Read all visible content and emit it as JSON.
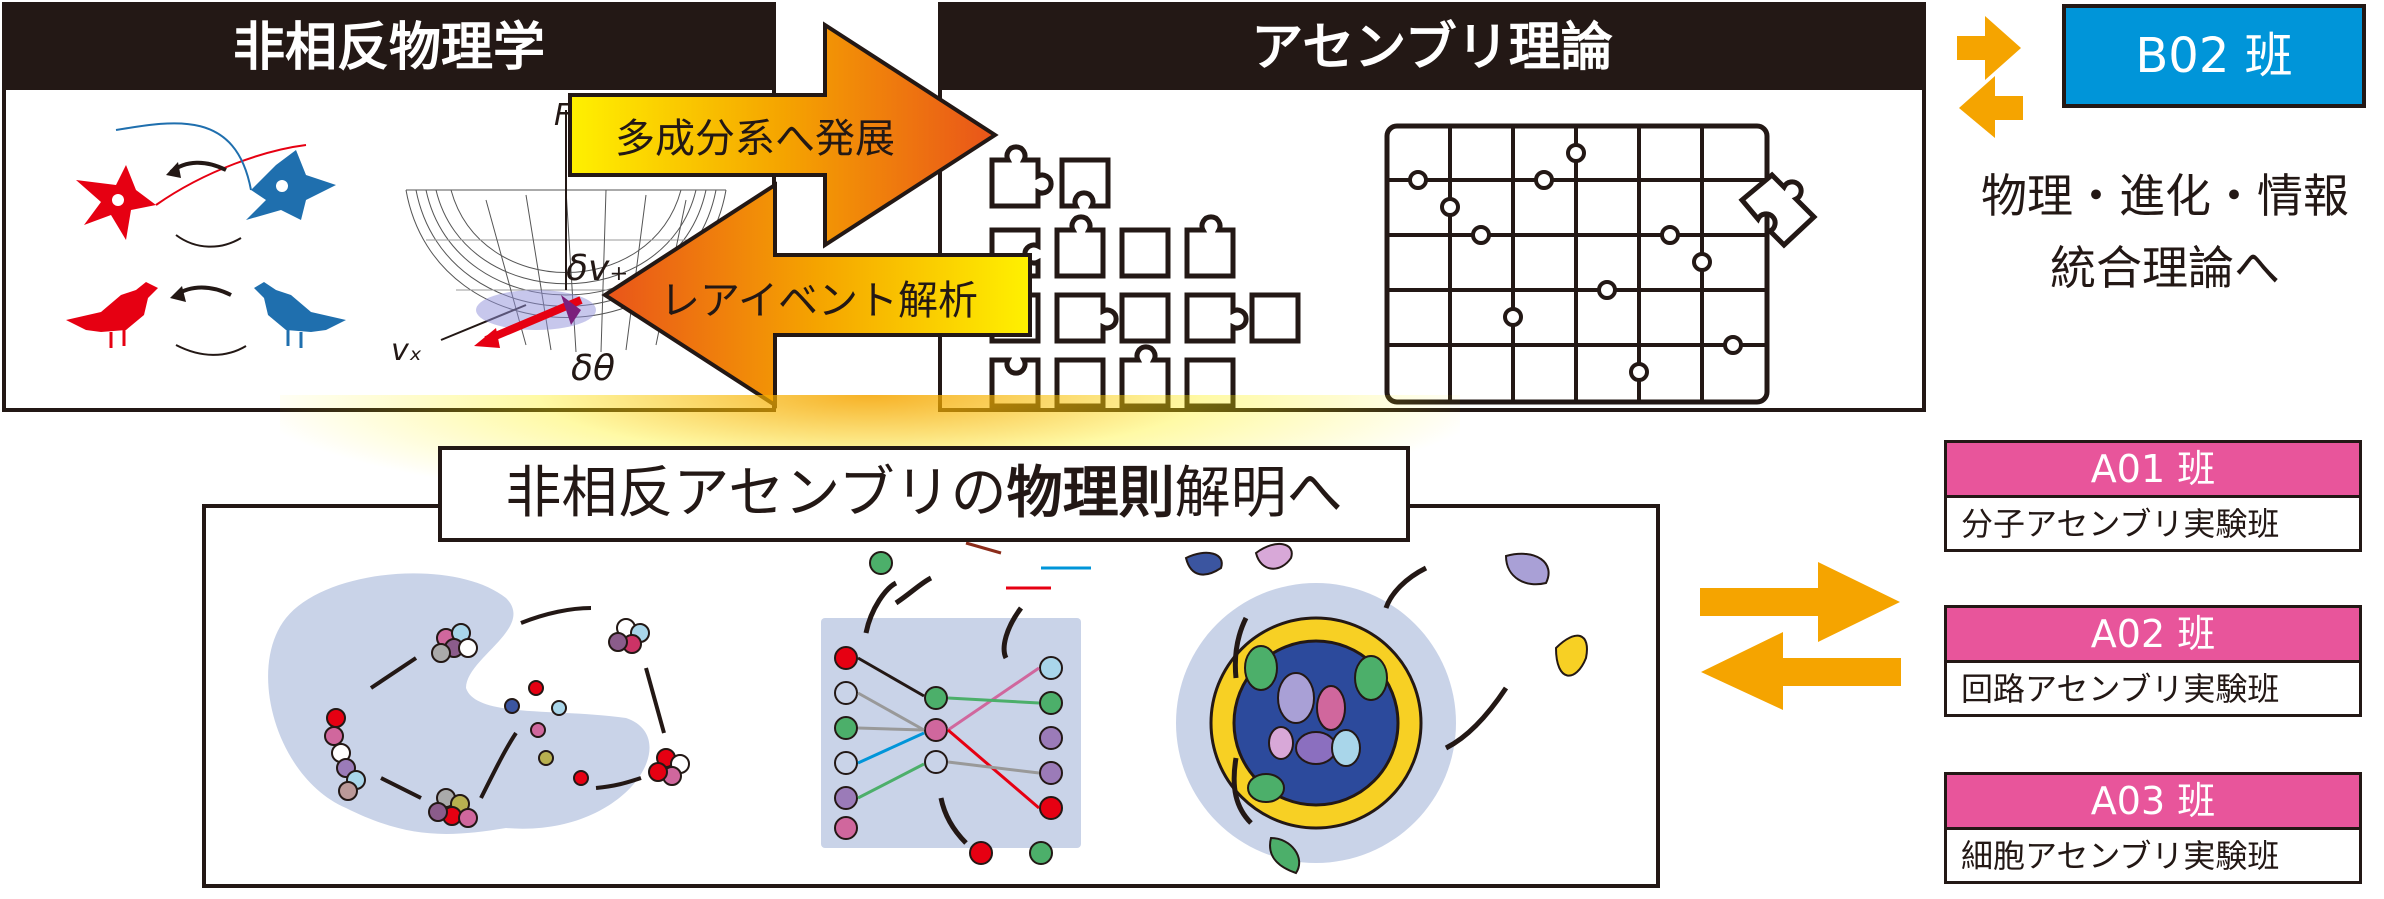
{
  "top_left": {
    "title": "非相反物理学",
    "axis_F": "F",
    "dv_label": "δv₊",
    "dtheta_label": "δθ",
    "vx_label": "vₓ"
  },
  "top_middle": {
    "title": "アセンブリ理論"
  },
  "arrows": {
    "forward_label": "多成分系へ発展",
    "backward_label": "レアイベント解析"
  },
  "b02": {
    "label": "B02 班",
    "caption_line1": "物理・進化・情報",
    "caption_line2": "統合理論へ"
  },
  "center": {
    "heading_pre": "非相反アセンブリの",
    "heading_bold": "物理則",
    "heading_post": "解明へ"
  },
  "teams": [
    {
      "name": "A01 班",
      "desc": "分子アセンブリ実験班"
    },
    {
      "name": "A02 班",
      "desc": "回路アセンブリ実験班"
    },
    {
      "name": "A03 班",
      "desc": "細胞アセンブリ実験班"
    }
  ],
  "colors": {
    "dark": "#231815",
    "orange": "#f5a400",
    "blue": "#0095d9",
    "pink": "#e8559b",
    "red": "#e60012",
    "bird_blue": "#1f6fae",
    "pale_blue": "#c9d3e8"
  }
}
